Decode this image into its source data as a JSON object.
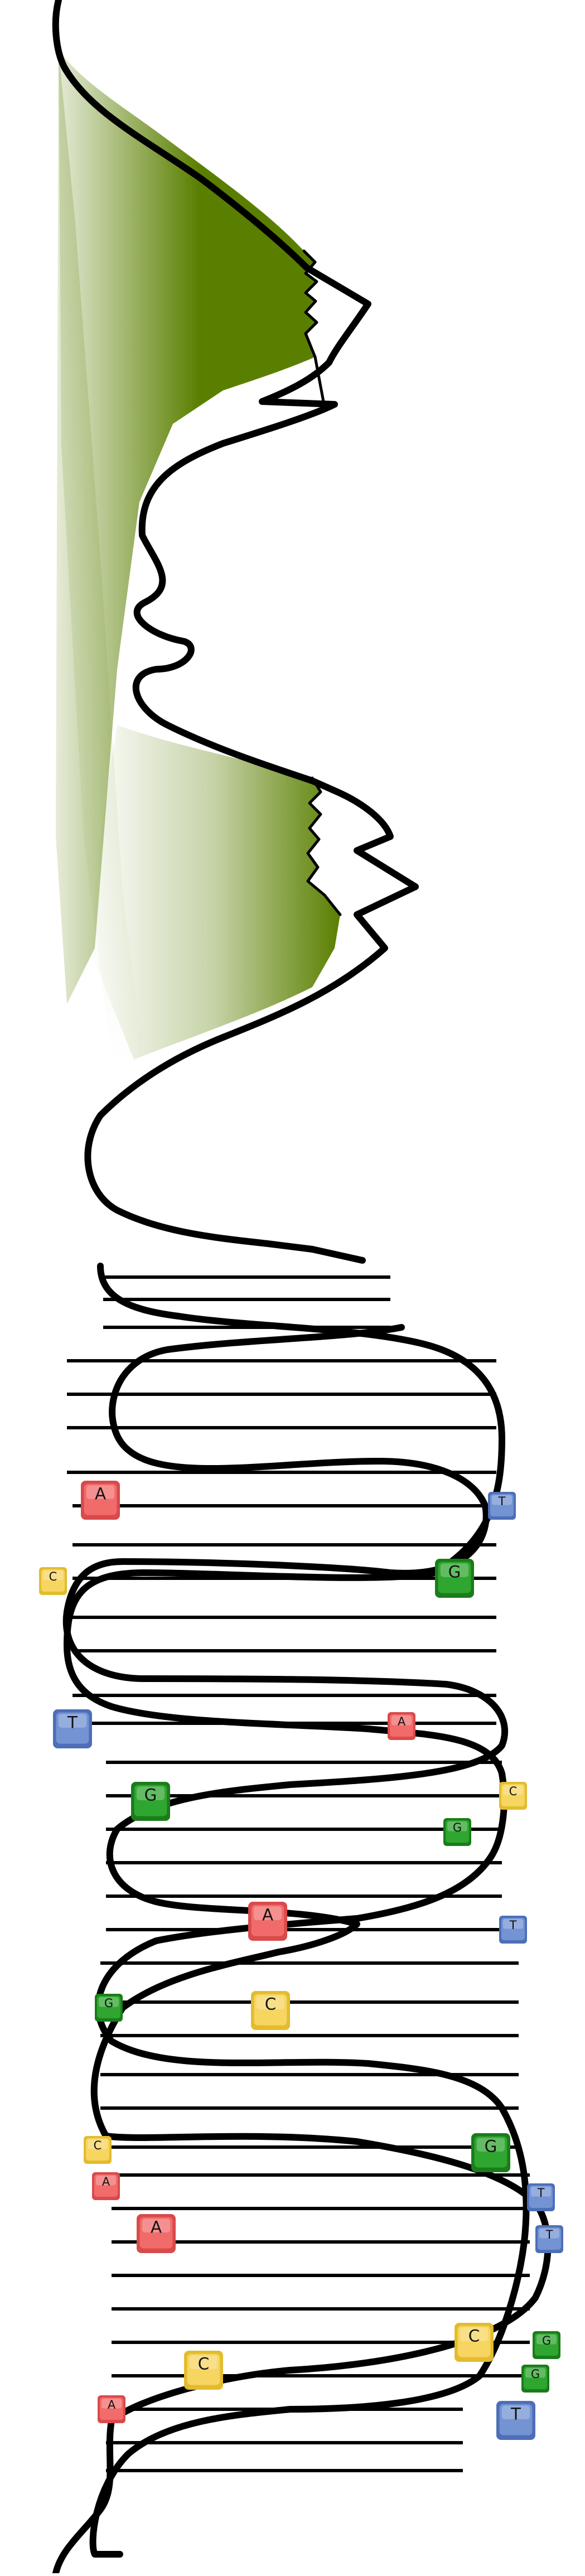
{
  "title": "",
  "colors": {
    "strand": "#000000",
    "foliage": "#5a7f00",
    "base_A": "#f26b6b",
    "base_C": "#f6d561",
    "base_G": "#2fa62f",
    "base_T": "#7393d3"
  },
  "bases": [
    {
      "letter": "A",
      "kind": "A"
    },
    {
      "letter": "T",
      "kind": "T"
    },
    {
      "letter": "C",
      "kind": "C"
    },
    {
      "letter": "G",
      "kind": "G"
    },
    {
      "letter": "T",
      "kind": "T"
    },
    {
      "letter": "A",
      "kind": "A"
    },
    {
      "letter": "G",
      "kind": "G"
    },
    {
      "letter": "C",
      "kind": "C"
    },
    {
      "letter": "G",
      "kind": "G"
    },
    {
      "letter": "A",
      "kind": "A"
    },
    {
      "letter": "T",
      "kind": "T"
    },
    {
      "letter": "G",
      "kind": "G"
    },
    {
      "letter": "C",
      "kind": "C"
    },
    {
      "letter": "C",
      "kind": "C"
    },
    {
      "letter": "G",
      "kind": "G"
    },
    {
      "letter": "A",
      "kind": "A"
    },
    {
      "letter": "T",
      "kind": "T"
    },
    {
      "letter": "A",
      "kind": "A"
    },
    {
      "letter": "T",
      "kind": "T"
    },
    {
      "letter": "C",
      "kind": "C"
    },
    {
      "letter": "G",
      "kind": "G"
    },
    {
      "letter": "G",
      "kind": "G"
    },
    {
      "letter": "C",
      "kind": "C"
    },
    {
      "letter": "A",
      "kind": "A"
    },
    {
      "letter": "T",
      "kind": "T"
    }
  ]
}
